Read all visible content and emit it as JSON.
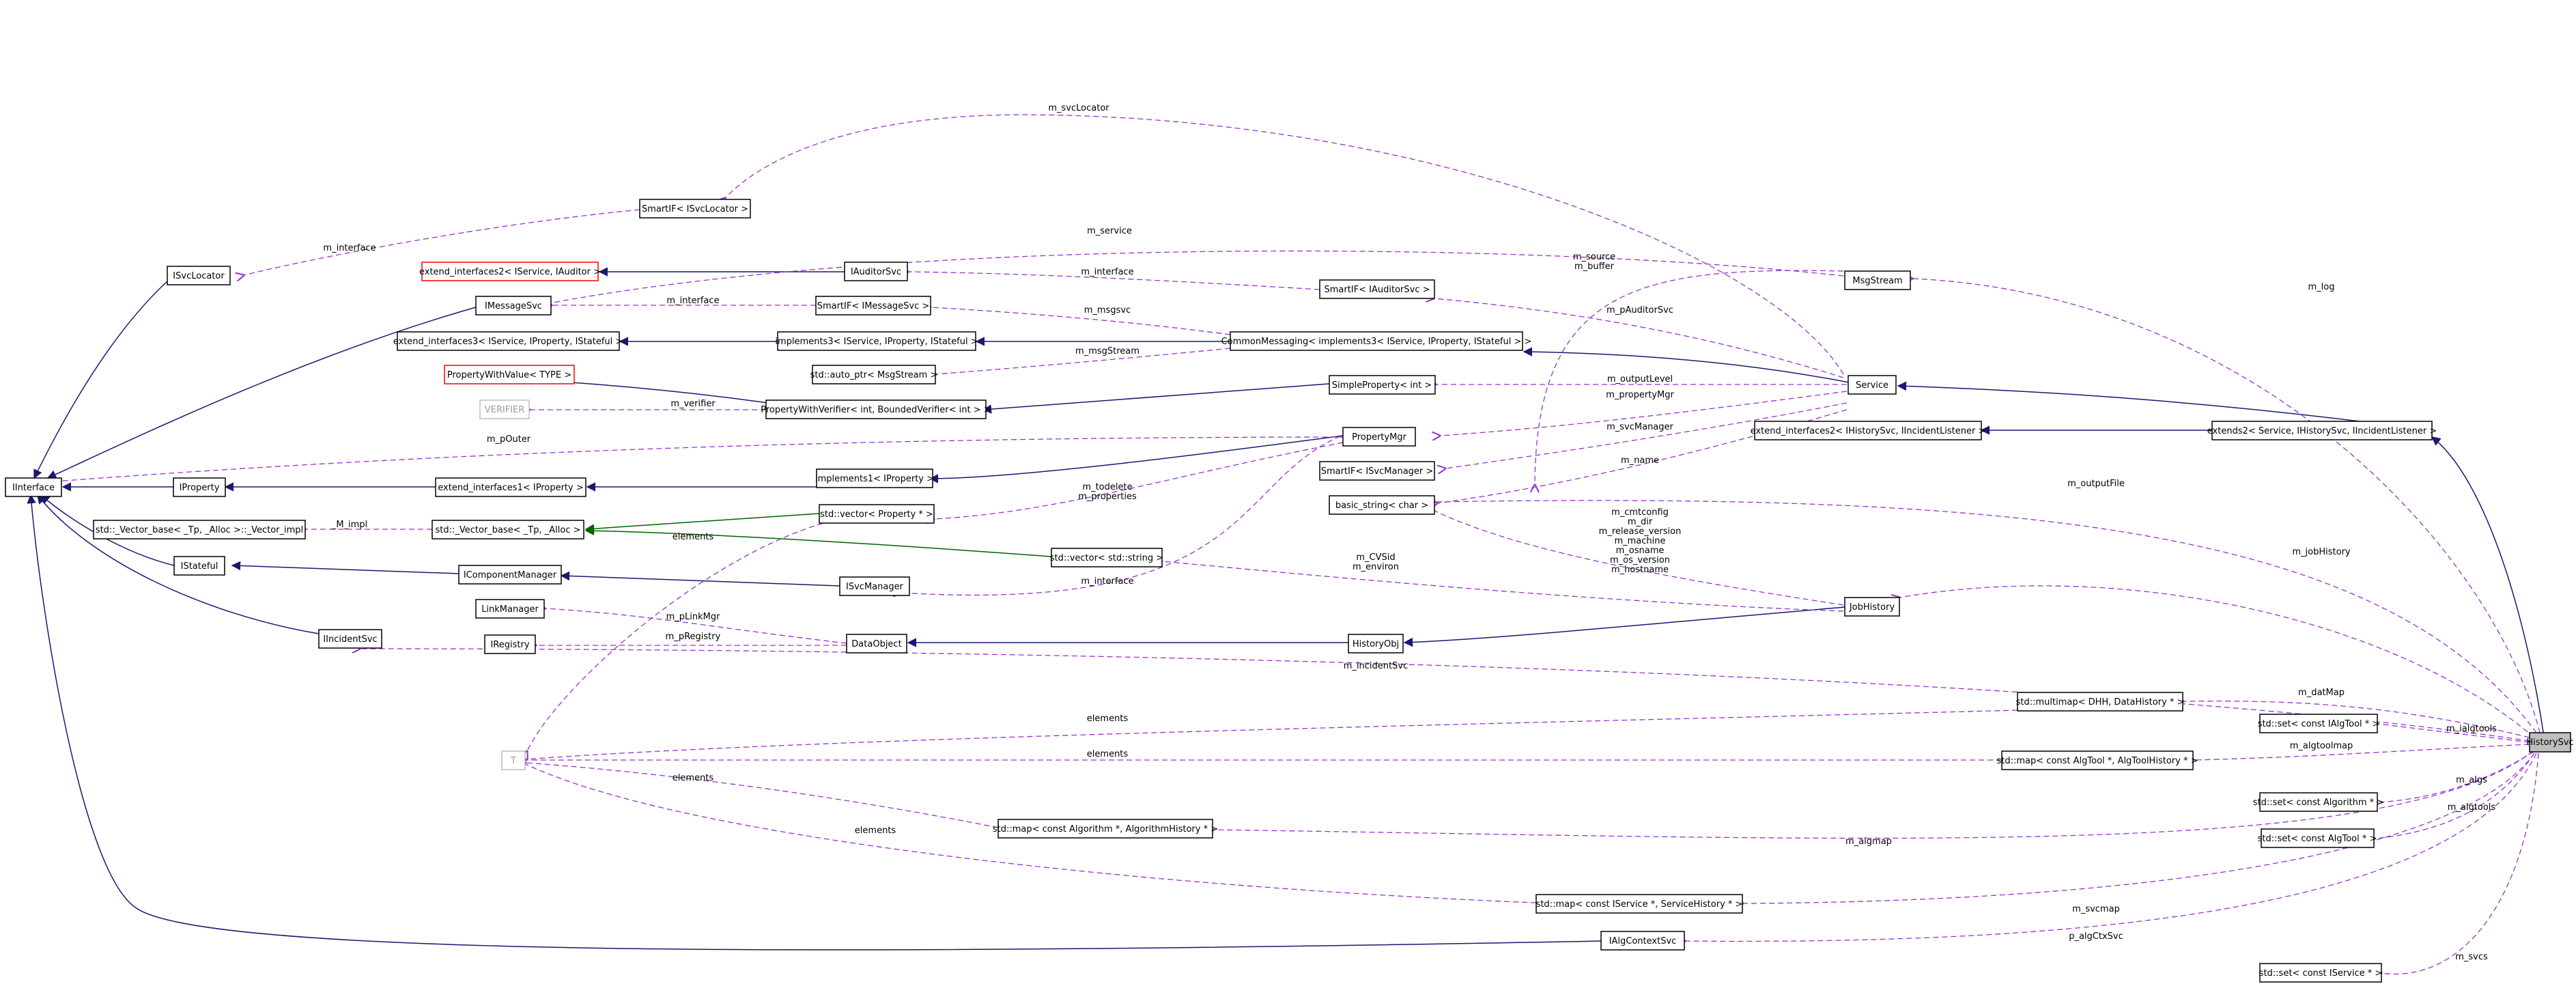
{
  "nodes": [
    {
      "id": "history_svc",
      "label": "HistorySvc"
    },
    {
      "id": "iinterface",
      "label": "IInterface"
    },
    {
      "id": "isvclocator",
      "label": "ISvcLocator"
    },
    {
      "id": "smartif_isvclocator",
      "label": "SmartIF< ISvcLocator >"
    },
    {
      "id": "extend_if2_iservice_iauditor",
      "label": "extend_interfaces2< IService, IAuditor >"
    },
    {
      "id": "iauditorsvc",
      "label": "IAuditorSvc"
    },
    {
      "id": "imessagesvc",
      "label": "IMessageSvc"
    },
    {
      "id": "smartif_imessagesvc",
      "label": "SmartIF< IMessageSvc >"
    },
    {
      "id": "smartif_iauditorsvc",
      "label": "SmartIF< IAuditorSvc >"
    },
    {
      "id": "msgstream",
      "label": "MsgStream"
    },
    {
      "id": "extend_if3",
      "label": "extend_interfaces3< IService, IProperty, IStateful >"
    },
    {
      "id": "implements3",
      "label": "implements3< IService, IProperty, IStateful >"
    },
    {
      "id": "common_messaging",
      "label": "CommonMessaging< implements3< IService, IProperty, IStateful > >"
    },
    {
      "id": "auto_ptr_msgstream",
      "label": "std::auto_ptr< MsgStream >"
    },
    {
      "id": "property_with_value",
      "label": "PropertyWithValue< TYPE >"
    },
    {
      "id": "simple_property",
      "label": "SimpleProperty< int >"
    },
    {
      "id": "service",
      "label": "Service"
    },
    {
      "id": "verifier",
      "label": "VERIFIER"
    },
    {
      "id": "property_with_verifier",
      "label": "PropertyWithVerifier< int, BoundedVerifier< int > >"
    },
    {
      "id": "extend_if2_history",
      "label": "extend_interfaces2< IHistorySvc, IIncidentListener >"
    },
    {
      "id": "extends2",
      "label": "extends2< Service, IHistorySvc, IIncidentListener >"
    },
    {
      "id": "property_mgr",
      "label": "PropertyMgr"
    },
    {
      "id": "iproperty",
      "label": "IProperty"
    },
    {
      "id": "extend_if1_iproperty",
      "label": "extend_interfaces1< IProperty >"
    },
    {
      "id": "implements1_iproperty",
      "label": "implements1< IProperty >"
    },
    {
      "id": "smartif_isvcmanager",
      "label": "SmartIF< ISvcManager >"
    },
    {
      "id": "basic_string",
      "label": "basic_string< char >"
    },
    {
      "id": "vector_base_impl",
      "label": "std::_Vector_base< _Tp, _Alloc >::_Vector_impl"
    },
    {
      "id": "vector_base",
      "label": "std::_Vector_base< _Tp, _Alloc >"
    },
    {
      "id": "vector_property",
      "label": "std::vector< Property * >"
    },
    {
      "id": "vector_string",
      "label": "std::vector< std::string >"
    },
    {
      "id": "istateful",
      "label": "IStateful"
    },
    {
      "id": "icomponent_manager",
      "label": "IComponentManager"
    },
    {
      "id": "isvcmanager",
      "label": "ISvcManager"
    },
    {
      "id": "job_history",
      "label": "JobHistory"
    },
    {
      "id": "iincidentsvc",
      "label": "IIncidentSvc"
    },
    {
      "id": "link_manager",
      "label": "LinkManager"
    },
    {
      "id": "iregistry",
      "label": "IRegistry"
    },
    {
      "id": "data_object",
      "label": "DataObject"
    },
    {
      "id": "history_obj",
      "label": "HistoryObj"
    },
    {
      "id": "multimap_dhh",
      "label": "std::multimap< DHH, DataHistory * >"
    },
    {
      "id": "set_ialgtool",
      "label": "std::set< const IAlgTool * >"
    },
    {
      "id": "t_node",
      "label": "T"
    },
    {
      "id": "map_algtool",
      "label": "std::map< const AlgTool *, AlgToolHistory * >"
    },
    {
      "id": "set_algorithm",
      "label": "std::set< const Algorithm * >"
    },
    {
      "id": "map_algorithm",
      "label": "std::map< const Algorithm *, AlgorithmHistory * >"
    },
    {
      "id": "set_algtool",
      "label": "std::set< const AlgTool * >"
    },
    {
      "id": "map_iservice",
      "label": "std::map< const IService *, ServiceHistory * >"
    },
    {
      "id": "ialgcontextsvc",
      "label": "IAlgContextSvc"
    },
    {
      "id": "set_iservice",
      "label": "std::set< const IService * >"
    }
  ],
  "edge_labels": [
    {
      "id": "svclocator_main",
      "text": "m_svcLocator"
    },
    {
      "id": "interface_svclocator",
      "text": "m_interface"
    },
    {
      "id": "service_msgstream",
      "text": "m_service"
    },
    {
      "id": "interface_msgsvc",
      "text": "m_interface"
    },
    {
      "id": "interface_auditorsvc",
      "text": "m_interface"
    },
    {
      "id": "source",
      "text": "m_source"
    },
    {
      "id": "buffer",
      "text": "m_buffer"
    },
    {
      "id": "log",
      "text": "m_log"
    },
    {
      "id": "msgsvc",
      "text": "m_msgsvc"
    },
    {
      "id": "pauditorsvc",
      "text": "m_pAuditorSvc"
    },
    {
      "id": "msgstream",
      "text": "m_msgStream"
    },
    {
      "id": "outputlevel",
      "text": "m_outputLevel"
    },
    {
      "id": "propertymgr",
      "text": "m_propertyMgr"
    },
    {
      "id": "verifier",
      "text": "m_verifier"
    },
    {
      "id": "svcmanager",
      "text": "m_svcManager"
    },
    {
      "id": "pouter",
      "text": "m_pOuter"
    },
    {
      "id": "outputfile",
      "text": "m_outputFile"
    },
    {
      "id": "name",
      "text": "m_name"
    },
    {
      "id": "todelete",
      "text": "m_todelete"
    },
    {
      "id": "properties",
      "text": "m_properties"
    },
    {
      "id": "impl",
      "text": "_M_impl"
    },
    {
      "id": "cmtconfig",
      "text": "m_cmtconfig"
    },
    {
      "id": "dir",
      "text": "m_dir"
    },
    {
      "id": "release_version",
      "text": "m_release_version"
    },
    {
      "id": "machine",
      "text": "m_machine"
    },
    {
      "id": "osname",
      "text": "m_osname"
    },
    {
      "id": "os_version",
      "text": "m_os_version"
    },
    {
      "id": "hostname",
      "text": "m_hostname"
    },
    {
      "id": "elements_vector",
      "text": "elements"
    },
    {
      "id": "jobhistory",
      "text": "m_jobHistory"
    },
    {
      "id": "cvsid",
      "text": "m_CVSid"
    },
    {
      "id": "environ",
      "text": "m_environ"
    },
    {
      "id": "interface_svcmgr",
      "text": "m_interface"
    },
    {
      "id": "plinkmgr",
      "text": "m_pLinkMgr"
    },
    {
      "id": "pregistry",
      "text": "m_pRegistry"
    },
    {
      "id": "incidentsvc",
      "text": "m_incidentSvc"
    },
    {
      "id": "datmap",
      "text": "m_datMap"
    },
    {
      "id": "elements_multimap",
      "text": "elements"
    },
    {
      "id": "ialgtools",
      "text": "m_ialgtools"
    },
    {
      "id": "elements_map_algtool",
      "text": "elements"
    },
    {
      "id": "algtoolmap",
      "text": "m_algtoolmap"
    },
    {
      "id": "elements_map_algorithm",
      "text": "elements"
    },
    {
      "id": "algs",
      "text": "m_algs"
    },
    {
      "id": "algtools",
      "text": "m_algtools"
    },
    {
      "id": "elements_map_iservice",
      "text": "elements"
    },
    {
      "id": "algmap",
      "text": "m_algmap"
    },
    {
      "id": "svcmap",
      "text": "m_svcmap"
    },
    {
      "id": "algctxsvc",
      "text": "p_algCtxSvc"
    },
    {
      "id": "svcs",
      "text": "m_svcs"
    }
  ]
}
